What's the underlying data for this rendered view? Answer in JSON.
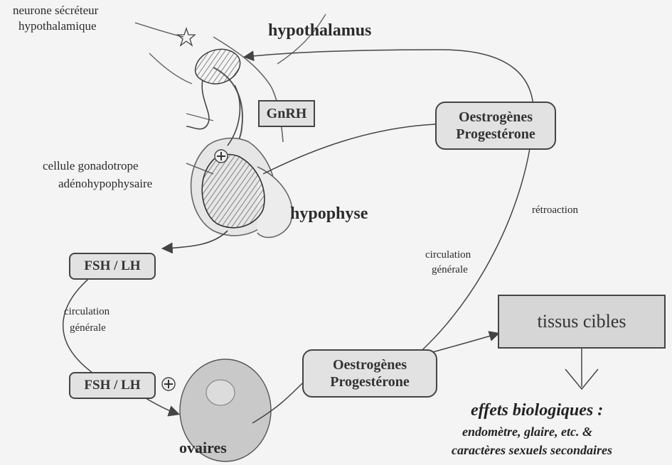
{
  "labels": {
    "neurone_line1": "neurone sécréteur",
    "neurone_line2": "hypothalamique",
    "hypothalamus": "hypothalamus",
    "gnrh": "GnRH",
    "cellule_line1": "cellule gonadotrope",
    "cellule_line2": "adénohypophysaire",
    "hypophyse": "hypophyse",
    "fsh_lh_top": "FSH / LH",
    "fsh_lh_bottom": "FSH / LH",
    "circulation_left_1": "circulation",
    "circulation_left_2": "générale",
    "circulation_mid_1": "circulation",
    "circulation_mid_2": "générale",
    "retroaction": "rétroaction",
    "hormones_top_1": "Oestrogènes",
    "hormones_top_2": "Progestérone",
    "hormones_bottom_1": "Oestrogènes",
    "hormones_bottom_2": "Progestérone",
    "tissus": "tissus cibles",
    "ovaires": "ovaires",
    "effets_title": "effets biologiques :",
    "effets_line1": "endomètre, glaire, etc. &",
    "effets_line2": "caractères sexuels secondaires"
  },
  "colors": {
    "background": "#f4f4f4",
    "box_fill": "#e2e2e2",
    "tissue_fill": "#d6d6d6",
    "ovary_fill": "#c9c9c9",
    "line": "#444444"
  },
  "icons": [
    "plus-icon",
    "star-neuron-icon"
  ]
}
